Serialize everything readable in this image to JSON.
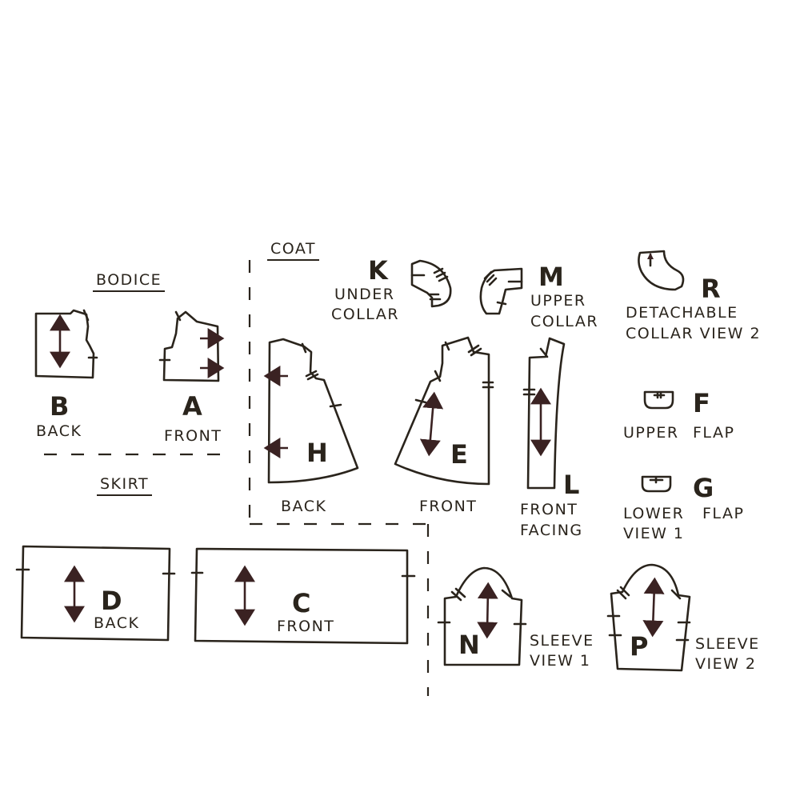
{
  "sections": {
    "bodice": "BODICE",
    "coat": "COAT",
    "skirt": "SKIRT"
  },
  "pieces": {
    "A": {
      "letter": "A",
      "label": "FRONT",
      "section": "BODICE"
    },
    "B": {
      "letter": "B",
      "label": "BACK",
      "section": "BODICE"
    },
    "C": {
      "letter": "C",
      "label": "FRONT",
      "section": "SKIRT"
    },
    "D": {
      "letter": "D",
      "label": "BACK",
      "section": "SKIRT"
    },
    "E": {
      "letter": "E",
      "label": "FRONT",
      "section": "COAT"
    },
    "F": {
      "letter": "F",
      "label_line1": "UPPER",
      "label_line2": "FLAP"
    },
    "G": {
      "letter": "G",
      "label_line1": "LOWER",
      "label_line2": "FLAP",
      "label_line3": "VIEW 1"
    },
    "H": {
      "letter": "H",
      "label": "BACK",
      "section": "COAT"
    },
    "K": {
      "letter": "K",
      "label_line1": "UNDER",
      "label_line2": "COLLAR"
    },
    "L": {
      "letter": "L",
      "label_line1": "FRONT",
      "label_line2": "FACING"
    },
    "M": {
      "letter": "M",
      "label_line1": "UPPER",
      "label_line2": "COLLAR"
    },
    "N": {
      "letter": "N",
      "label_line1": "SLEEVE",
      "label_line2": "VIEW 1"
    },
    "P": {
      "letter": "P",
      "label_line1": "SLEEVE",
      "label_line2": "VIEW 2"
    },
    "R": {
      "letter": "R",
      "label_line1": "DETACHABLE",
      "label_line2": "COLLAR VIEW 2"
    }
  },
  "colors": {
    "ink": "#2a241c",
    "grainline": "#3a2222",
    "background": "#ffffff"
  }
}
